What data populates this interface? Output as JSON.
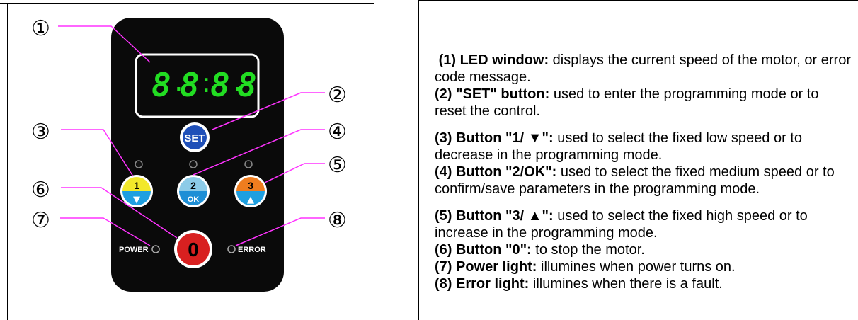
{
  "callouts": [
    "①",
    "②",
    "③",
    "④",
    "⑤",
    "⑥",
    "⑦",
    "⑧"
  ],
  "display": {
    "digits": [
      "8",
      "8",
      "8",
      "8"
    ],
    "color": "#22dd22"
  },
  "buttons": {
    "set": {
      "label": "SET",
      "color": "#1f4fb8"
    },
    "one": {
      "label": "1",
      "arrow": "▼",
      "color_top": "#f2e82a",
      "color_bottom": "#1e9fe0"
    },
    "two": {
      "label": "2",
      "sub": "OK",
      "color_top": "#8ccbe8",
      "color_bottom": "#1e8fd6"
    },
    "three": {
      "label": "3",
      "arrow": "▲",
      "color_top": "#ef7d1f",
      "color_bottom": "#1e9fe0"
    },
    "zero": {
      "label": "0",
      "color": "#d82020"
    }
  },
  "indicators": {
    "power": "POWER",
    "error": "ERROR"
  },
  "leader_color": "#ff33ff",
  "descriptions": [
    {
      "title": "(1) LED window:",
      "text": " displays the current speed of the motor, or error code message."
    },
    {
      "title": "(2) \"SET\" button:",
      "text": " used to enter the programming mode or to reset the control."
    },
    {
      "title": "(3) Button \"1/ ▼\":",
      "text": " used to select the fixed low speed or to decrease in the programming mode."
    },
    {
      "title": "(4) Button \"2/OK\":",
      "text": " used to select the fixed medium speed or to confirm/save parameters in the programming mode."
    },
    {
      "title": "(5) Button \"3/ ▲\":",
      "text": " used to select the fixed high speed or to increase in the programming mode."
    },
    {
      "title": "(6) Button \"0\":",
      "text": " to stop the motor."
    },
    {
      "title": "(7) Power light:",
      "text": " illumines when power turns on."
    },
    {
      "title": "(8) Error light:",
      "text": " illumines when there is a fault."
    }
  ]
}
